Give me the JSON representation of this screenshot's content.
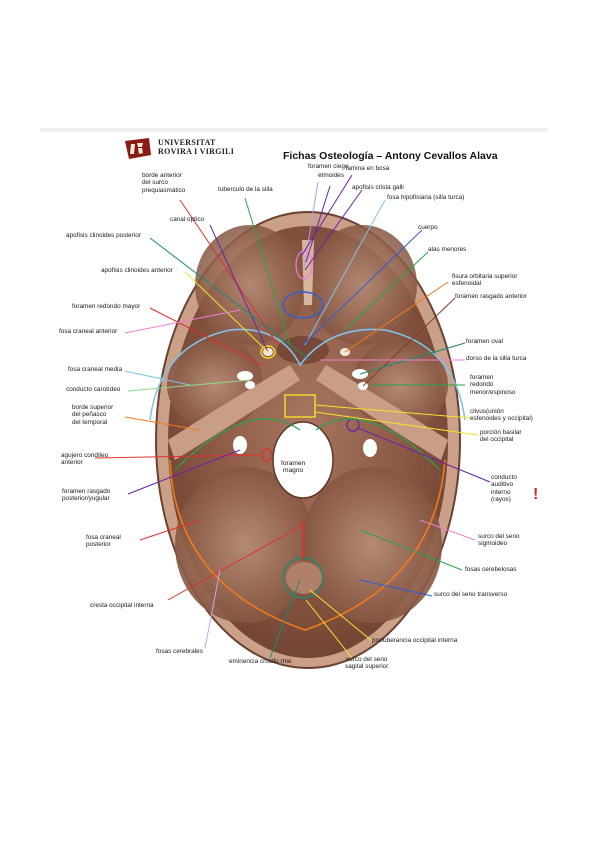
{
  "header": {
    "university_line1": "UNIVERSITAT",
    "university_line2": "ROVIRA I VIRGILI",
    "title": "Fichas Osteología – Antony Cevallos Alava"
  },
  "labels": {
    "foramen_ciego": "foramen ciego",
    "etmoides": "etmoides",
    "lamina_en_bosa": "lamina en bosa",
    "apofisis_crista_galli": "apofisis crista galli",
    "fosa_hipofisaria": "fosa hipofisiaria (silla turca)",
    "borde_anterior_surco": "borde anterior\ndel surco\nprequiasmático",
    "tuberculo_silla": "tuberculo de la silla",
    "canal_optico": "canal optico",
    "apofisis_clinoides_posterior": "apofisis clinoides posterior",
    "cuerpo": "cuerpo",
    "alas_menores": "alas menores",
    "apofisis_clinoides_anterior": "apofisis clinoides anterior",
    "fisura_orbitaria": "fisura orbitaria superior\nesfenoidal",
    "foramen_redondo_mayor": "foramen redondo mayor",
    "foramen_rasgado_anterior": "foramen rasgado anterior",
    "fosa_craneal_anterior": "fosa craneal anterior",
    "foramen_oval": "foramen oval",
    "fosa_craneal_media": "fosa craneal media",
    "dorso_silla_turca": "dorso de la silla turca",
    "conducto_carotideo": "conducto carotídeo",
    "foramen_redondo_menor": "foramen\nredondo\nmenor/espinoso",
    "borde_superior_peñasco": "borde superior\ndel peñasco\ndel temporal",
    "clivus": "clivus(unión\nesfenoides y occipital)",
    "porcion_basilar": "porción basilar\ndel occipital",
    "agujero_condileo": "agujero condíleo\nanterior",
    "foramen_magno": "foramen\nmagno",
    "conducto_auditivo": "conducto\nauditivo\ninterno\n(rayos)",
    "foramen_rasgado_posterior": "foramen rasgado\nposterior/yugular",
    "fosa_craneal_posterior": "fosa craneal\nposterior",
    "surco_seno_sigmoideo": "surco del seno\nsigmoideo",
    "fosas_cerebelosas": "fosas cerebelosas",
    "surco_seno_transverso": "surco del seno transverso",
    "cresta_occipital_interna": "cresta occipital interna",
    "protuberancia_occipital": "protuberancia occipital interna",
    "fosas_cerebrales": "fosas cerebrales",
    "eminencia_cruciforme": "eminencia crucifo rme",
    "surco_seno_sagital": "surco del seno\nsagital superior",
    "exclamation": "!"
  },
  "colors": {
    "bone_base": "#8c5a45",
    "bone_light": "#b88a72",
    "bone_dark": "#5e3626",
    "annot_red": "#e0302a",
    "annot_blue": "#2a5fd6",
    "annot_purple": "#6b22a8",
    "annot_green": "#22a64a",
    "annot_yellow": "#f2e22a",
    "annot_orange": "#f07a1a",
    "annot_pink": "#ef7fd0",
    "annot_lightblue": "#7fc4e8",
    "annot_teal": "#1a8c73"
  }
}
